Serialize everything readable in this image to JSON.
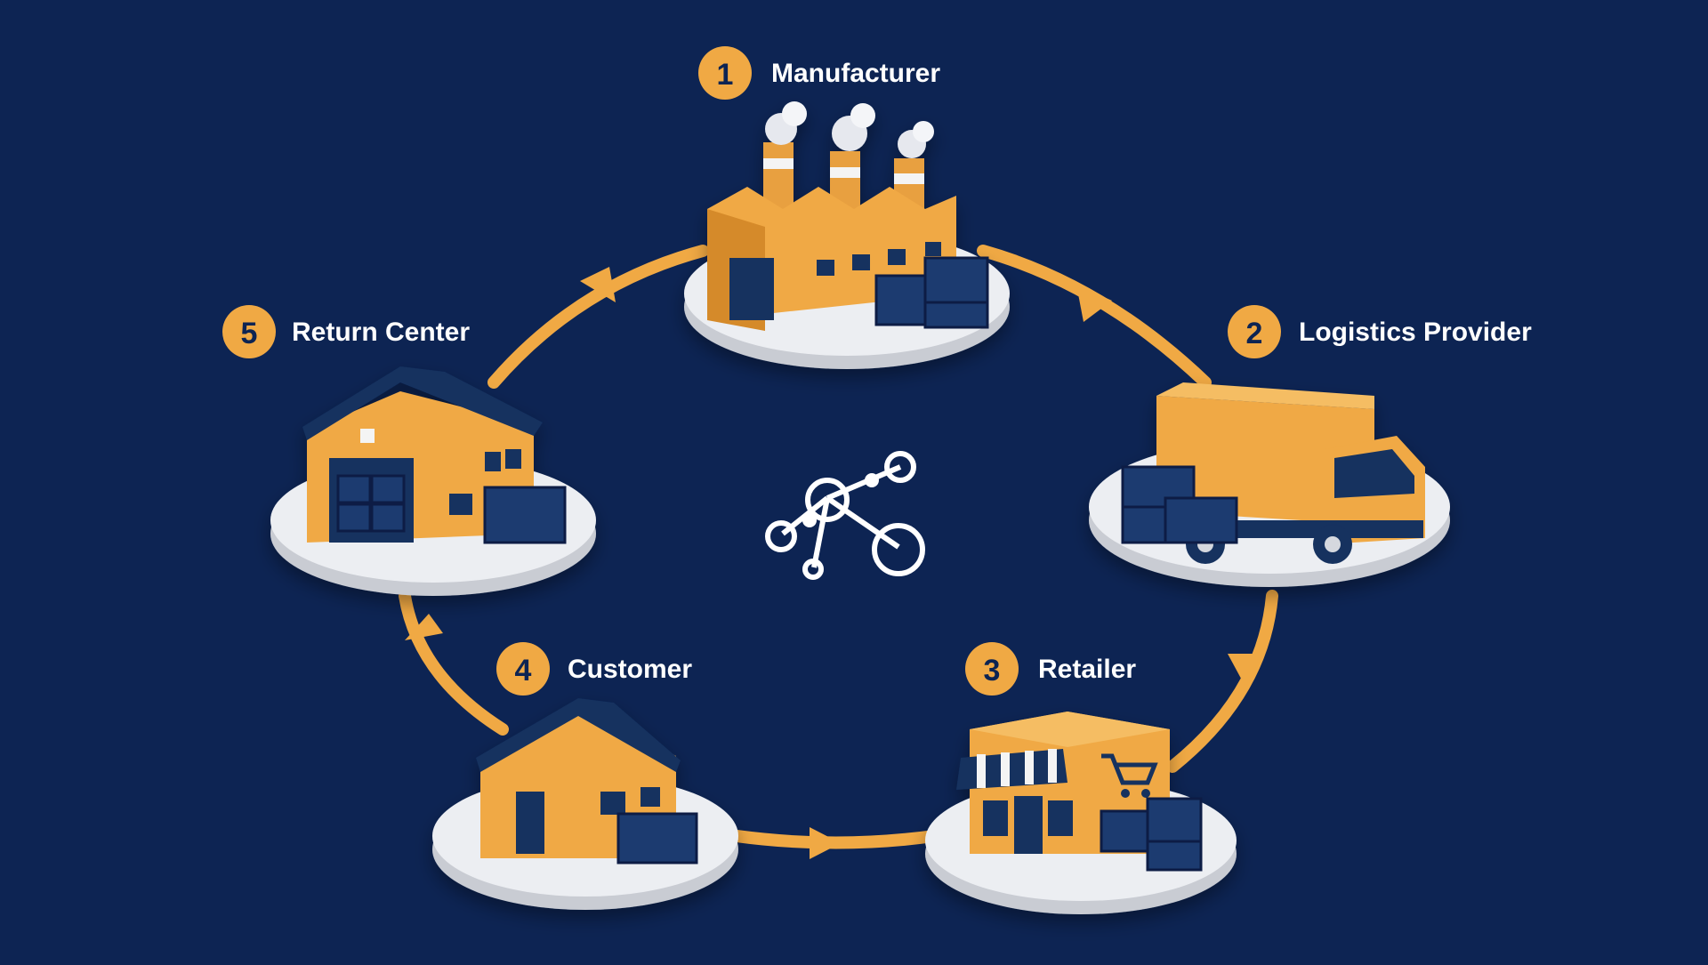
{
  "colors": {
    "background": "#0d2453",
    "accent": "#f0a944",
    "accent_dark": "#d58a2a",
    "navy": "#13305f",
    "platform": "#e9ebef",
    "text": "#ffffff"
  },
  "stages": [
    {
      "number": "1",
      "label": "Manufacturer",
      "icon": "factory-icon"
    },
    {
      "number": "2",
      "label": "Logistics Provider",
      "icon": "truck-icon"
    },
    {
      "number": "3",
      "label": "Retailer",
      "icon": "store-icon"
    },
    {
      "number": "4",
      "label": "Customer",
      "icon": "house-icon"
    },
    {
      "number": "5",
      "label": "Return Center",
      "icon": "warehouse-icon"
    }
  ],
  "center_icon": "network-nodes-icon"
}
